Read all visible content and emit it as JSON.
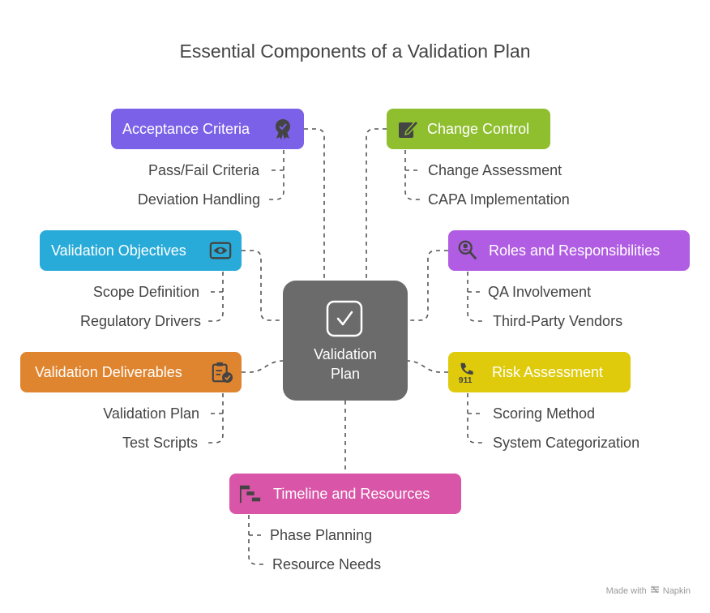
{
  "title": "Essential Components of a Validation Plan",
  "center": {
    "line1": "Validation",
    "line2": "Plan"
  },
  "branches": {
    "acceptance": {
      "label": "Acceptance Criteria",
      "color": "#7b61e8",
      "icon": "award-badge-icon",
      "items": [
        "Pass/Fail Criteria",
        "Deviation Handling"
      ]
    },
    "change": {
      "label": "Change Control",
      "color": "#8fbf2f",
      "icon": "edit-note-icon",
      "items": [
        "Change Assessment",
        "CAPA Implementation"
      ]
    },
    "objectives": {
      "label": "Validation Objectives",
      "color": "#29abd9",
      "icon": "eye-scan-icon",
      "items": [
        "Scope Definition",
        "Regulatory Drivers"
      ]
    },
    "roles": {
      "label": "Roles and Responsibilities",
      "color": "#b15de3",
      "icon": "user-search-icon",
      "items": [
        "QA Involvement",
        "Third-Party Vendors"
      ]
    },
    "deliverables": {
      "label": "Validation Deliverables",
      "color": "#e0852f",
      "icon": "clipboard-check-icon",
      "items": [
        "Validation Plan",
        "Test Scripts"
      ]
    },
    "risk": {
      "label": "Risk Assessment",
      "color": "#dfcb0c",
      "icon": "phone-911-icon",
      "items": [
        "Scoring Method",
        "System Categorization"
      ]
    },
    "timeline": {
      "label": "Timeline and Resources",
      "color": "#d855a7",
      "icon": "gantt-icon",
      "items": [
        "Phase Planning",
        "Resource Needs"
      ]
    }
  },
  "footer": {
    "made_with": "Made with",
    "brand": "Napkin"
  }
}
